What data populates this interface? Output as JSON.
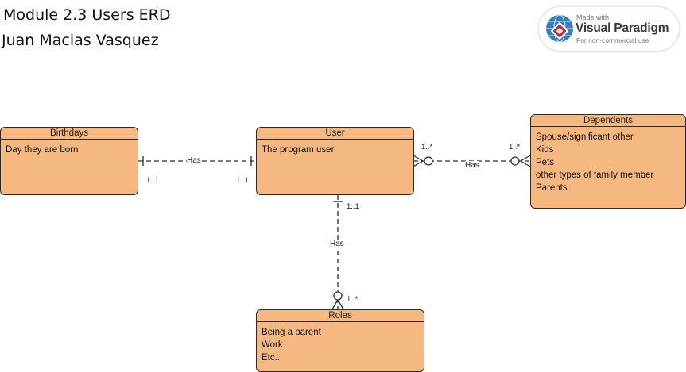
{
  "title": "Module 2.3 Users ERD",
  "author": "Juan Macias Vasquez",
  "badge": {
    "made_with": "Made with",
    "brand": "Visual Paradigm",
    "note": "For non-commercial use"
  },
  "entities": {
    "birthdays": {
      "name": "Birthdays",
      "attributes": [
        "Day they are born"
      ]
    },
    "user": {
      "name": "User",
      "attributes": [
        "The program user"
      ]
    },
    "dependents": {
      "name": "Dependents",
      "attributes": [
        "Spouse/significant other",
        "Kids",
        "Pets",
        "other types of family member",
        "Parents"
      ]
    },
    "roles": {
      "name": "Roles",
      "attributes": [
        "Being a parent",
        "Work",
        "Etc.."
      ]
    }
  },
  "relationships": {
    "birthdays_user": {
      "label": "Has",
      "birthdays_mult": "1..1",
      "user_mult": "1..1"
    },
    "user_dependents": {
      "label": "Has",
      "user_mult": "1..*",
      "dependents_mult": "1..*"
    },
    "user_roles": {
      "label": "Has",
      "user_mult": "1..1",
      "roles_mult": "1..*"
    }
  },
  "colors": {
    "entity_fill": "#f5b880",
    "border": "#2b2b2b",
    "badge_red": "#c8252c",
    "badge_blue": "#2f7fc1"
  }
}
